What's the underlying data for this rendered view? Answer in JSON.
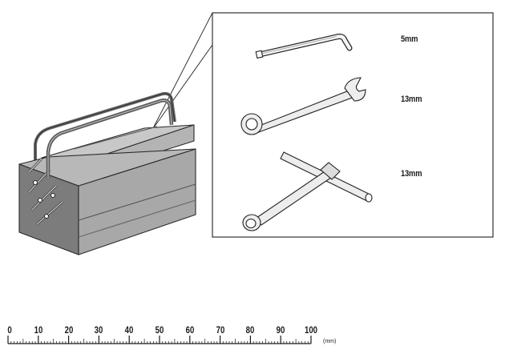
{
  "tools": [
    {
      "name": "hex-key",
      "size": "5mm"
    },
    {
      "name": "combination-wrench",
      "size": "13mm"
    },
    {
      "name": "t-socket-wrench",
      "size": "13mm"
    }
  ],
  "ruler": {
    "labels": [
      "0",
      "10",
      "20",
      "30",
      "40",
      "50",
      "60",
      "70",
      "80",
      "90",
      "100"
    ],
    "unit": "(mm)",
    "minor_ticks": 100
  }
}
